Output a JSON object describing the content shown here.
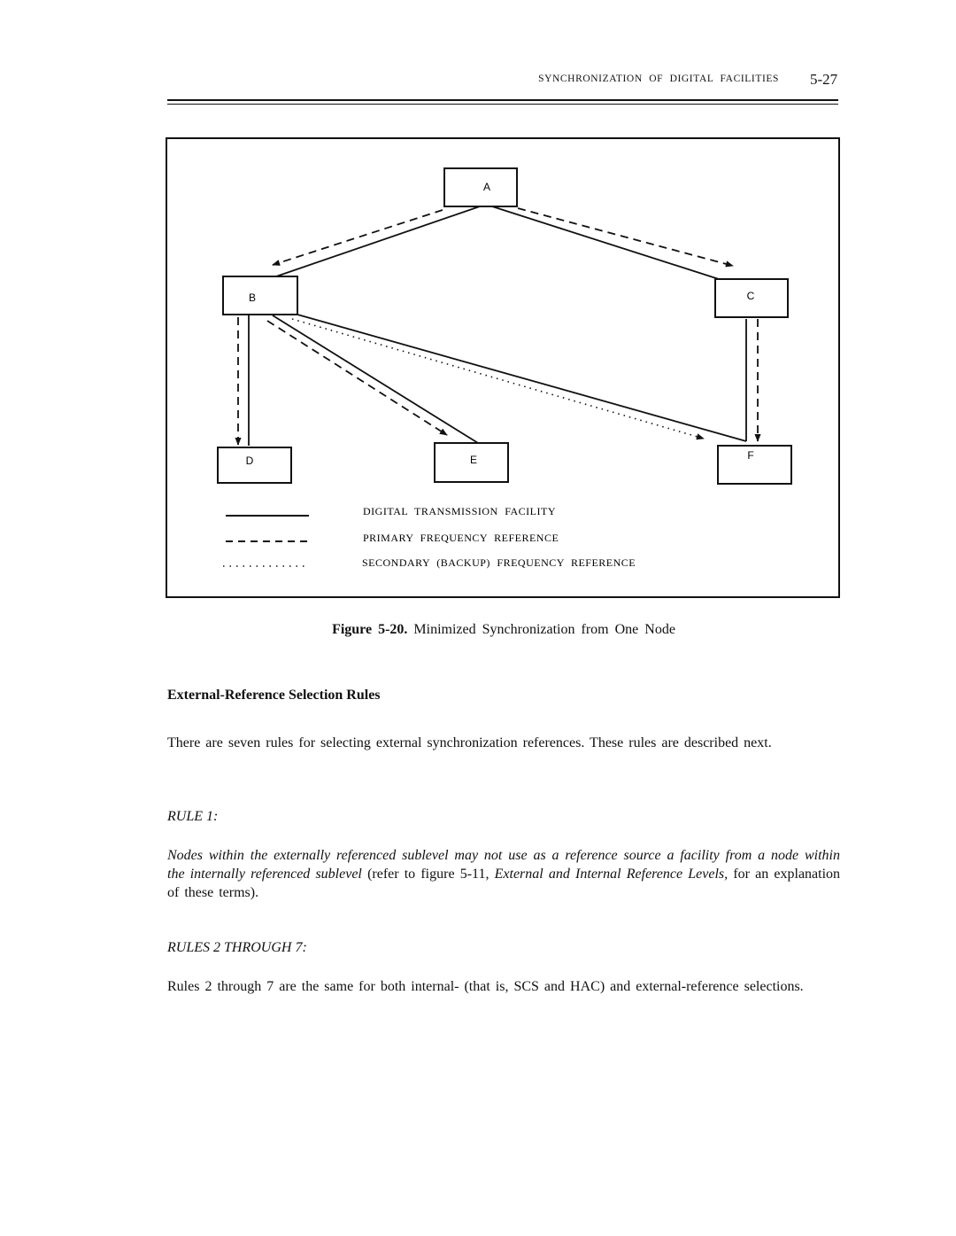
{
  "header": {
    "running_title": "SYNCHRONIZATION OF DIGITAL FACILITIES",
    "page_number": "5-27"
  },
  "figure": {
    "nodes": {
      "A": "A",
      "B": "B",
      "C": "C",
      "D": "D",
      "E": "E",
      "F": "F"
    },
    "legend": {
      "solid": "DIGITAL TRANSMISSION FACILITY",
      "dashed": "PRIMARY FREQUENCY REFERENCE",
      "dotted": "SECONDARY (BACKUP) FREQUENCY REFERENCE"
    },
    "caption_label": "Figure 5-20.",
    "caption_text": "Minimized Synchronization from One Node"
  },
  "section": {
    "heading": "External-Reference Selection Rules",
    "intro": "There are seven rules for selecting external synchronization references. These rules are described next.",
    "rule1_label": "RULE 1:",
    "rule1_italic": "Nodes within the externally referenced sublevel may not use as a reference source a facility from a node within the internally referenced sublevel",
    "rule1_refer": "(refer to figure 5-11,",
    "rule1_ref_title": "External and Internal Reference Levels,",
    "rule1_tail": "for an explanation of these terms).",
    "rules27_label": "RULES 2 THROUGH 7:",
    "rules27_text": "Rules 2 through 7 are the same for both internal- (that is, SCS and HAC) and external-reference selections."
  }
}
